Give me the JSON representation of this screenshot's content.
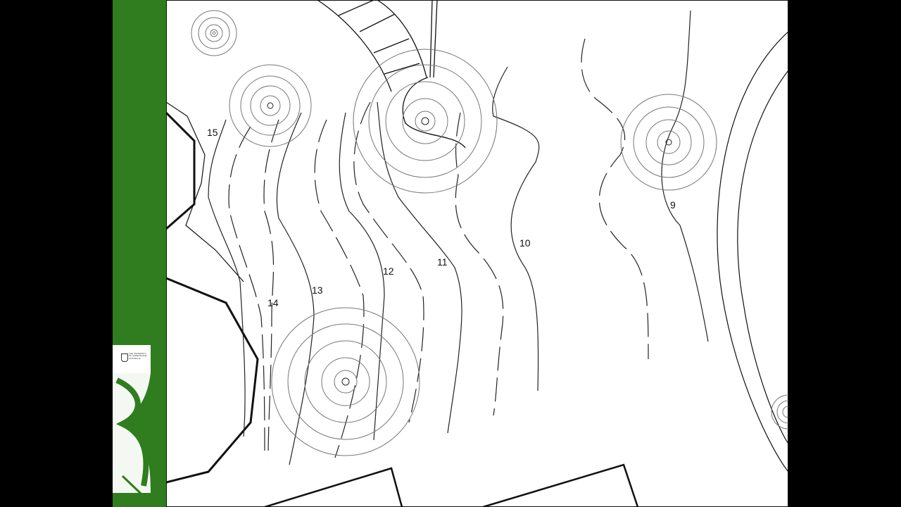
{
  "slide": {
    "logo": {
      "icon": "university-crest-icon",
      "text": "THE UNIVERSITY OF QUEENSLAND AUSTRALIA"
    },
    "colors": {
      "brand_green": "#2f7d1e",
      "line": "#111111",
      "canopy": "#777777"
    }
  },
  "plan": {
    "contours": [
      {
        "label": "9"
      },
      {
        "label": "10"
      },
      {
        "label": "11"
      },
      {
        "label": "12"
      },
      {
        "label": "13"
      },
      {
        "label": "14"
      },
      {
        "label": "15"
      }
    ],
    "trees": [
      {
        "name": "small-tree-top-left"
      },
      {
        "name": "tree-upper-left"
      },
      {
        "name": "tree-upper-center"
      },
      {
        "name": "tree-right"
      },
      {
        "name": "tree-lower-center"
      },
      {
        "name": "tree-edge-right"
      }
    ]
  }
}
